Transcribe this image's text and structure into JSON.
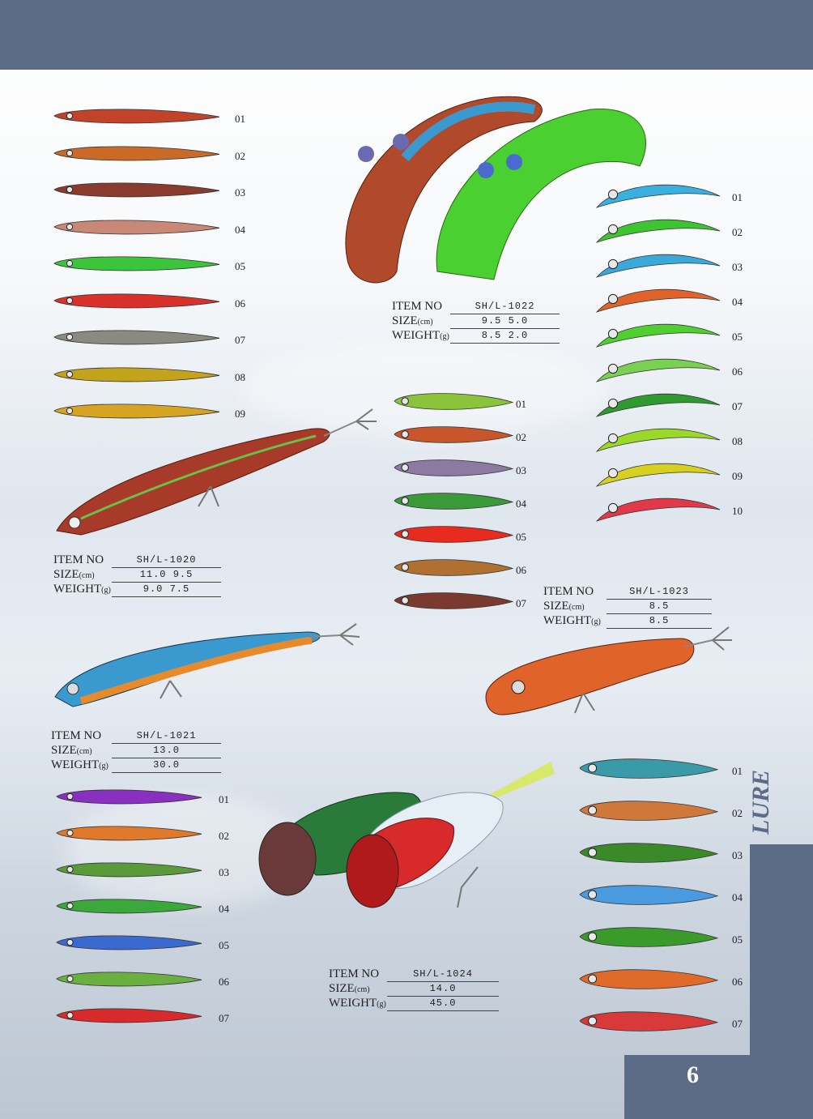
{
  "page": {
    "number": "6",
    "section_label": "LURE"
  },
  "items": {
    "sh1020": {
      "item_no_label": "ITEM NO",
      "size_label": "SIZE",
      "size_unit": "(cm)",
      "weight_label": "WEIGHT",
      "weight_unit": "(g)",
      "item_no": "SH/L-1020",
      "size": "11.0   9.5",
      "weight": "9.0   7.5"
    },
    "sh1021": {
      "item_no_label": "ITEM NO",
      "size_label": "SIZE",
      "size_unit": "(cm)",
      "weight_label": "WEIGHT",
      "weight_unit": "(g)",
      "item_no": "SH/L-1021",
      "size": "13.0",
      "weight": "30.0"
    },
    "sh1022": {
      "item_no_label": "ITEM NO",
      "size_label": "SIZE",
      "size_unit": "(cm)",
      "weight_label": "WEIGHT",
      "weight_unit": "(g)",
      "item_no": "SH/L-1022",
      "size": "9.5   5.0",
      "weight": "8.5   2.0"
    },
    "sh1023": {
      "item_no_label": "ITEM NO",
      "size_label": "SIZE",
      "size_unit": "(cm)",
      "weight_label": "WEIGHT",
      "weight_unit": "(g)",
      "item_no": "SH/L-1023",
      "size": "8.5",
      "weight": "8.5"
    },
    "sh1024": {
      "item_no_label": "ITEM NO",
      "size_label": "SIZE",
      "size_unit": "(cm)",
      "weight_label": "WEIGHT",
      "weight_unit": "(g)",
      "item_no": "SH/L-1024",
      "size": "14.0",
      "weight": "45.0"
    }
  },
  "variants": {
    "a": [
      "01",
      "02",
      "03",
      "04",
      "05",
      "06",
      "07",
      "08",
      "09"
    ],
    "b": [
      "01",
      "02",
      "03",
      "04",
      "05",
      "06",
      "07"
    ],
    "c": [
      "01",
      "02",
      "03",
      "04",
      "05",
      "06",
      "07",
      "08",
      "09",
      "10"
    ],
    "d": [
      "01",
      "02",
      "03",
      "04",
      "05",
      "06",
      "07"
    ],
    "e": [
      "01",
      "02",
      "03",
      "04",
      "05",
      "06",
      "07"
    ]
  },
  "colors": {
    "brand": "#5c6c86",
    "a": [
      "#c0432a",
      "#c96a28",
      "#8a3b2d",
      "#c98775",
      "#3cc53b",
      "#d8302a",
      "#8a8a80",
      "#c3a21c",
      "#d6a323"
    ],
    "b": [
      "#8bc43a",
      "#c8562a",
      "#8c7aa0",
      "#3a9a3a",
      "#e82b1f",
      "#b07030",
      "#7a3a30"
    ],
    "c": [
      "#3ab0e0",
      "#3cc530",
      "#3aa8d8",
      "#e0642a",
      "#4fd030",
      "#7ad050",
      "#2f9a30",
      "#9ad82a",
      "#d8d020",
      "#e03a4a"
    ],
    "d": [
      "#8a30c0",
      "#e07a2a",
      "#5a9a3a",
      "#3aa83a",
      "#3a6ad0",
      "#6ab040",
      "#d82a2a"
    ],
    "e": [
      "#3a9aa8",
      "#d0783a",
      "#3a8a2a",
      "#4a9ae0",
      "#3a9a2a",
      "#e06a2a",
      "#d83a3a"
    ]
  }
}
